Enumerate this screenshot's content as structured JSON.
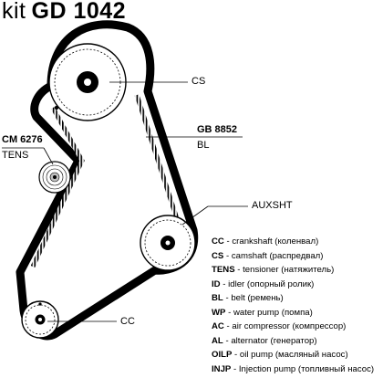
{
  "title": {
    "prefix": "kit",
    "code": "GD 1042"
  },
  "labels": {
    "cs_top": "CS",
    "cm_code": "CM 6276",
    "tens": "TENS",
    "gb_code": "GB 8852",
    "bl": "BL",
    "auxsht": "AUXSHT",
    "cc_bottom": "CC"
  },
  "legend": [
    {
      "code": "CC",
      "desc": " - crankshaft (коленвал)"
    },
    {
      "code": "CS",
      "desc": " - camshaft (распредвал)"
    },
    {
      "code": "TENS",
      "desc": " - tensioner (натяжитель)"
    },
    {
      "code": "ID",
      "desc": " - idler (опорный ролик)"
    },
    {
      "code": "BL",
      "desc": " - belt (ремень)"
    },
    {
      "code": "WP",
      "desc": " - water pump (помпа)"
    },
    {
      "code": "AC",
      "desc": " - air compressor (компрессор)"
    },
    {
      "code": "AL",
      "desc": " - alternator (генератор)"
    },
    {
      "code": "OILP",
      "desc": " - oil pump (масляный насос)"
    },
    {
      "code": "INJP",
      "desc": " - Injection pump (топливный насос)"
    }
  ],
  "colors": {
    "ink": "#000000",
    "paper": "#ffffff",
    "hub": "#bfbfbf"
  }
}
